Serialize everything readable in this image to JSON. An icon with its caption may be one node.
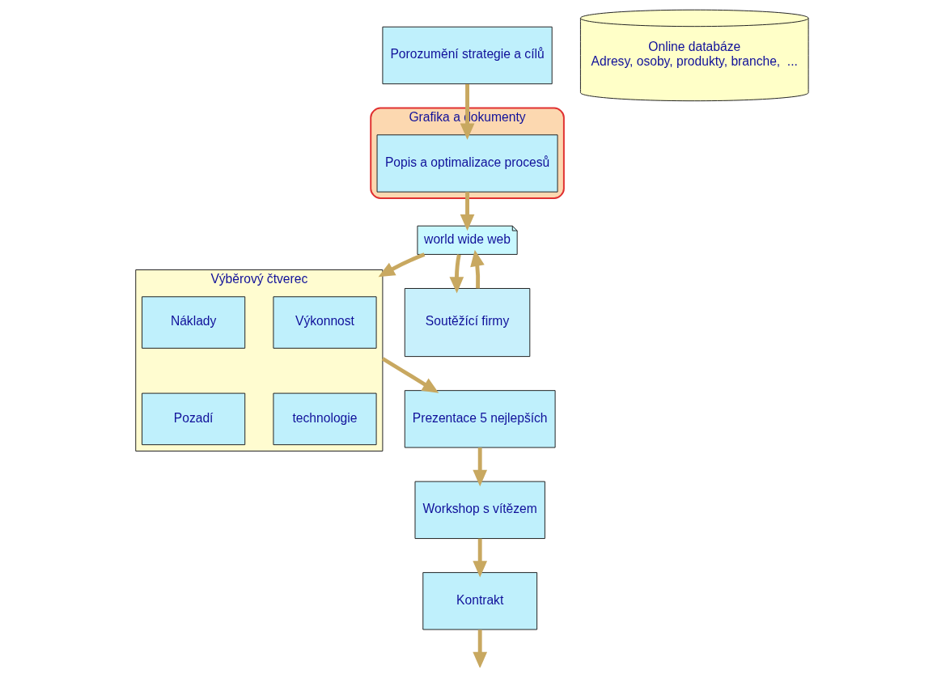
{
  "diagram": {
    "nodes": [
      {
        "text": [
          "Kontrakt"
        ]
      },
      {
        "text": [
          "Porozumění strategie a cílů"
        ]
      },
      {
        "text": [
          "Grafika a dokumenty"
        ]
      },
      {
        "text": [
          "Popis a optimalizace procesů"
        ],
        "in": 2
      },
      {
        "text": [
          "Online databáze",
          "Adresy, osoby, produkty, branche,  ..."
        ]
      },
      {
        "text": [
          "Workshop s vítězem"
        ]
      },
      {
        "text": [
          "world wide web"
        ]
      },
      {
        "text": [
          "Výběrový čtverec"
        ]
      },
      {
        "text": [
          "Výkonnost"
        ],
        "in": 7
      },
      {
        "text": [
          "Náklady"
        ],
        "in": 7
      },
      {
        "text": [
          "technologie"
        ],
        "in": 7
      },
      {
        "text": [
          "Pozadí"
        ],
        "in": 7
      },
      {
        "text": [
          "Prezentace 5 nejlepších"
        ]
      },
      {
        "text": [
          "Soutěžící firmy"
        ]
      }
    ],
    "edges": [
      {
        "from": 0,
        "to": null,
        "arrow": "to"
      },
      {
        "from": 1,
        "to": 3,
        "arrow": "to"
      },
      {
        "from": 3,
        "to": 6,
        "arrow": "to"
      },
      {
        "from": 6,
        "to": 7,
        "arrow": "to"
      },
      {
        "from": 13,
        "to": 6,
        "arrow": "to"
      },
      {
        "from": 6,
        "to": 13,
        "arrow": "to"
      },
      {
        "from": 7,
        "to": 12,
        "arrow": "to"
      },
      {
        "from": 12,
        "to": 5,
        "arrow": "to"
      },
      {
        "from": 5,
        "to": 0,
        "arrow": "to"
      }
    ]
  }
}
